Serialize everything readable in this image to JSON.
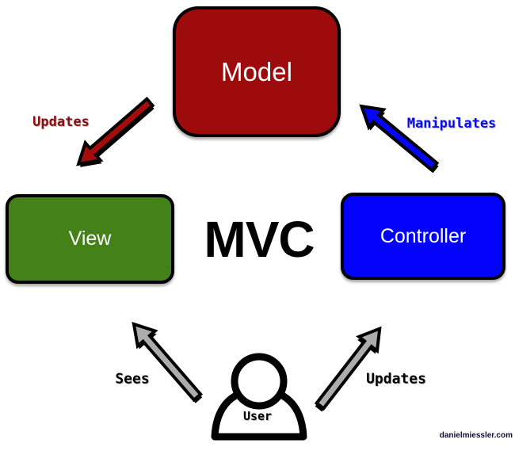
{
  "title": "MVC",
  "boxes": {
    "model": {
      "label": "Model",
      "color": "#9E0B0C"
    },
    "view": {
      "label": "View",
      "color": "#448119"
    },
    "controller": {
      "label": "Controller",
      "color": "#0202FA"
    }
  },
  "arrows": {
    "model_to_view": {
      "label": "Updates",
      "color": "#A50D0D",
      "label_color": "#8B0C0C"
    },
    "controller_to_model": {
      "label": "Manipulates",
      "color": "#0505FA",
      "label_color": "#0A0AEE"
    },
    "user_to_view": {
      "label": "Sees",
      "color": "#ACACAC",
      "label_color": "#000000"
    },
    "user_to_controller": {
      "label": "Updates",
      "color": "#ACACAC",
      "label_color": "#000000"
    }
  },
  "user": {
    "label": "User"
  },
  "watermark": "danielmiessler.com",
  "outline_color": "#000000"
}
